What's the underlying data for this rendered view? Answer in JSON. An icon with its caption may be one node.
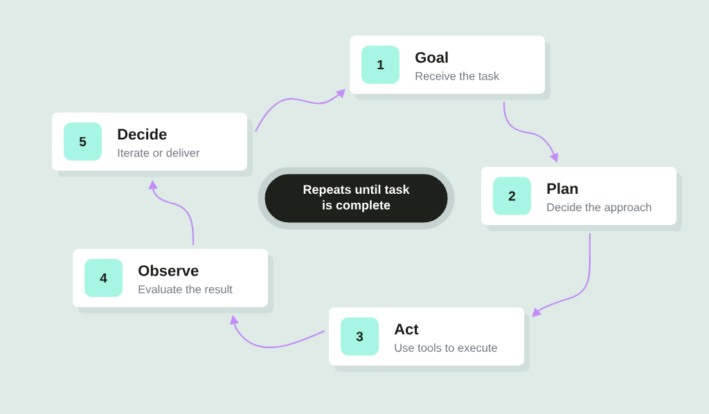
{
  "diagram": {
    "nodes": [
      {
        "text": [
          "Goal",
          "Receive the task"
        ]
      },
      {
        "text": [
          "1"
        ],
        "in": 0
      },
      {
        "text": [
          "Plan",
          "Decide the approach"
        ]
      },
      {
        "text": [
          "2"
        ],
        "in": 2
      },
      {
        "text": [
          "Act",
          "Use tools to execute"
        ]
      },
      {
        "text": [
          "3"
        ],
        "in": 4
      },
      {
        "text": [
          "Observe",
          "Evaluate the result"
        ]
      },
      {
        "text": [
          "4"
        ],
        "in": 6
      },
      {
        "text": [
          "Decide",
          "Iterate or deliver"
        ]
      },
      {
        "text": [
          "5"
        ],
        "in": 8
      },
      {
        "text": [
          "Repeats until task is complete"
        ]
      }
    ],
    "edges": [
      {
        "from": 0,
        "to": 2,
        "arrow": "to"
      },
      {
        "from": 2,
        "to": 4,
        "arrow": "to"
      },
      {
        "from": 4,
        "to": 6,
        "arrow": "to"
      },
      {
        "from": 6,
        "to": 8,
        "arrow": "to"
      },
      {
        "from": 8,
        "to": 0,
        "arrow": "to"
      }
    ]
  }
}
